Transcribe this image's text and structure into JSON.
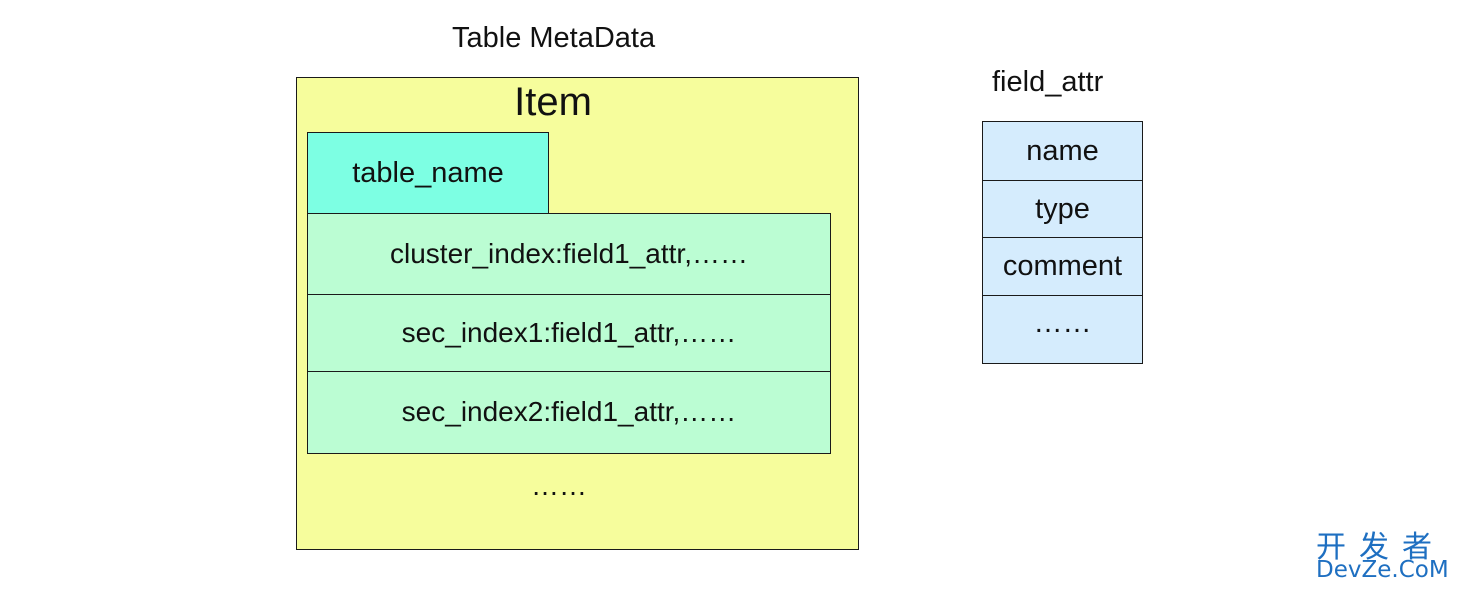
{
  "diagram": {
    "title": "Table MetaData",
    "item_box": {
      "label": "Item",
      "table_name": "table_name",
      "indexes": [
        "cluster_index:field1_attr,……",
        "sec_index1:field1_attr,……",
        "sec_index2:field1_attr,……"
      ],
      "ellipsis": "……"
    },
    "field_attr": {
      "title": "field_attr",
      "rows": [
        "name",
        "type",
        "comment",
        "……"
      ]
    }
  },
  "watermark": {
    "line1": "开发者",
    "line2": "DevZe.CoM"
  },
  "colors": {
    "item_box_fill": "#f6fd9c",
    "table_name_fill": "#7dffe3",
    "index_rows_fill": "#bbfdd3",
    "field_attr_fill": "#d5ecfd",
    "watermark": "#1e6fc1"
  }
}
